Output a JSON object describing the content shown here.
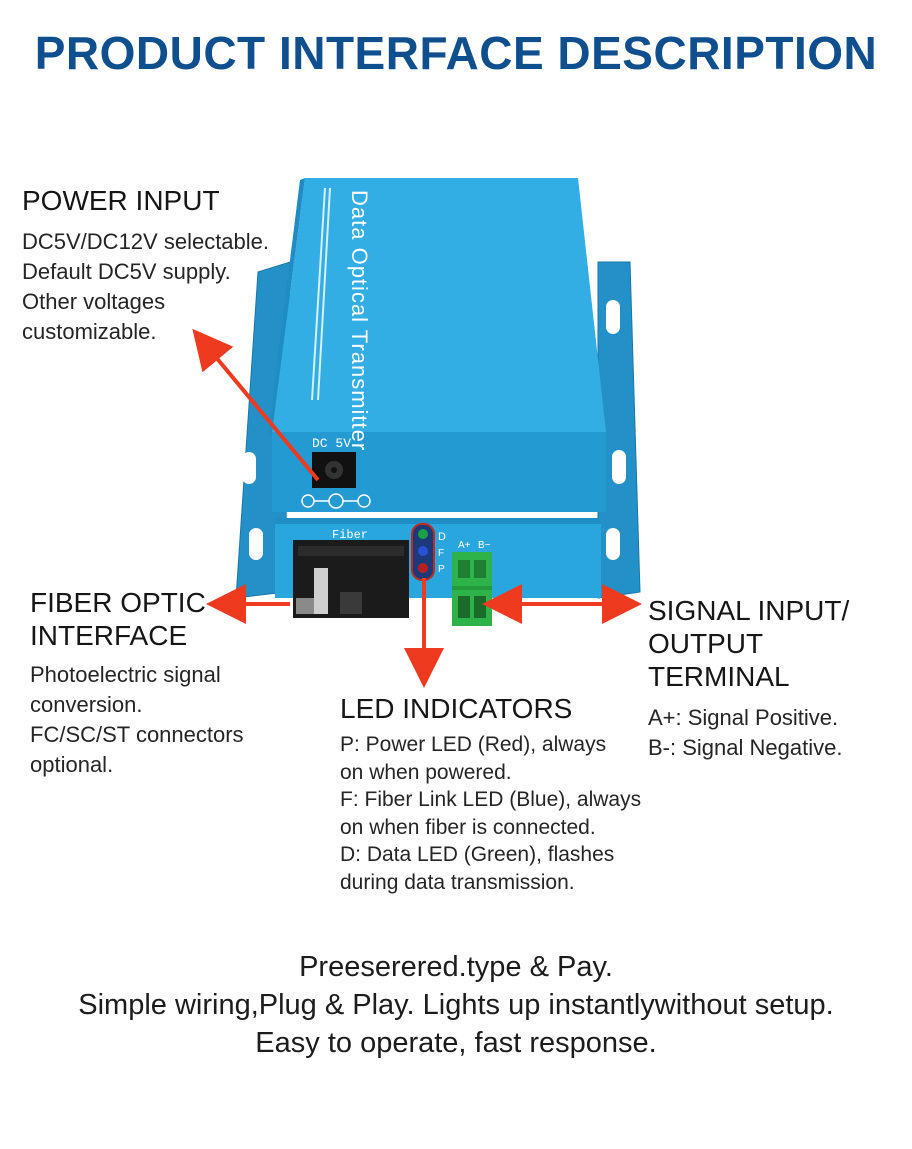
{
  "title": "PRODUCT INTERFACE DESCRIPTION",
  "device": {
    "top_label": "Data Optical Transmitter",
    "rear_label": "DC 5V",
    "fiber_label": "Fiber",
    "led_labels": [
      "P",
      "F",
      "D"
    ],
    "terminal_labels": [
      "A+",
      "B−"
    ]
  },
  "power_input": {
    "heading": "POWER INPUT",
    "lines": [
      "DC5V/DC12V selectable.",
      "Default DC5V supply.",
      "Other voltages",
      "customizable."
    ]
  },
  "fiber_interface": {
    "heading_lines": [
      "FIBER OPTIC",
      "INTERFACE"
    ],
    "lines": [
      "Photoelectric signal",
      "conversion.",
      "FC/SC/ST connectors",
      "optional."
    ]
  },
  "led_indicators": {
    "heading": "LED INDICATORS",
    "lines": [
      "P: Power LED (Red), always",
      "on when powered.",
      "F: Fiber Link LED (Blue), always",
      "on when fiber is connected.",
      "D: Data LED (Green), flashes",
      "during data transmission."
    ]
  },
  "signal_terminal": {
    "heading_lines": [
      "SIGNAL INPUT/",
      "OUTPUT TERMINAL"
    ],
    "lines": [
      "A+: Signal Positive.",
      "B-: Signal Negative."
    ]
  },
  "footer": {
    "lines": [
      "Preeserered.type & Pay.",
      "Simple wiring,Plug & Play. Lights up instantlywithout setup.",
      "Easy to operate, fast response."
    ]
  },
  "colors": {
    "title": "#0f4f8e",
    "device_blue": "#2ba6dd",
    "arrow_red": "#ee3a1f",
    "terminal_green": "#2db34a"
  }
}
